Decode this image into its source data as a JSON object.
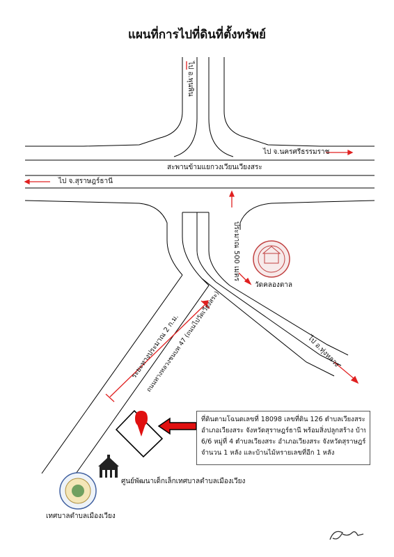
{
  "title": "แผนที่การไปที่ดินที่ตั้งทรัพย์",
  "roads": {
    "north": "ไป อ.พุนพิน",
    "east": "ไป จ.นครศรีธรรมราช",
    "overpass": "สะพานข้ามแยกวงเวียนเวียงสระ",
    "west": "ไป จ.สุราษฎร์ธานี",
    "southeast": "ไป อ.ทุ่งหลวง",
    "distance_vertical": "ประมาณ 500 เมตร",
    "distance_diagonal": "ระยะทางประมาณ 2 ก.ม.",
    "highway_name": "ถนนทางหลวงชนบท 47 (ถนนไปวัดเวียงสระ)"
  },
  "landmarks": {
    "temple": "วัดคลองตาล",
    "childcare_center": "ศูนย์พัฒนาเด็กเล็กเทศบาลตำบลเมืองเวียง",
    "municipality": "เทศบาลตำบลเมืองเวียง"
  },
  "property_note": {
    "line1": "ที่ดินตามโฉนดเลขที่ 18098 เลขที่ดิน 126 ตำบลเวียงสระ",
    "line2": "อำเภอเวียงสระ จังหวัดสุราษฎร์ธานี พร้อมสิ่งปลูกสร้าง บ้านเลขที่",
    "line3": "6/6 หมู่ที่ 4 ตำบลเวียงสระ อำเภอเวียงสระ จังหวัดสุราษฎร์ธานี",
    "line4": "จำนวน 1 หลัง และบ้านไม้หรายเลขที่อีก 1 หลัง"
  },
  "colors": {
    "road_line": "#000000",
    "arrow": "#e02020",
    "pin": "#e01010",
    "seal": "#c04040"
  },
  "icons": [
    "map-pin-icon",
    "school-icon",
    "temple-seal-icon",
    "municipality-seal-icon",
    "pointer-arrow-icon"
  ]
}
